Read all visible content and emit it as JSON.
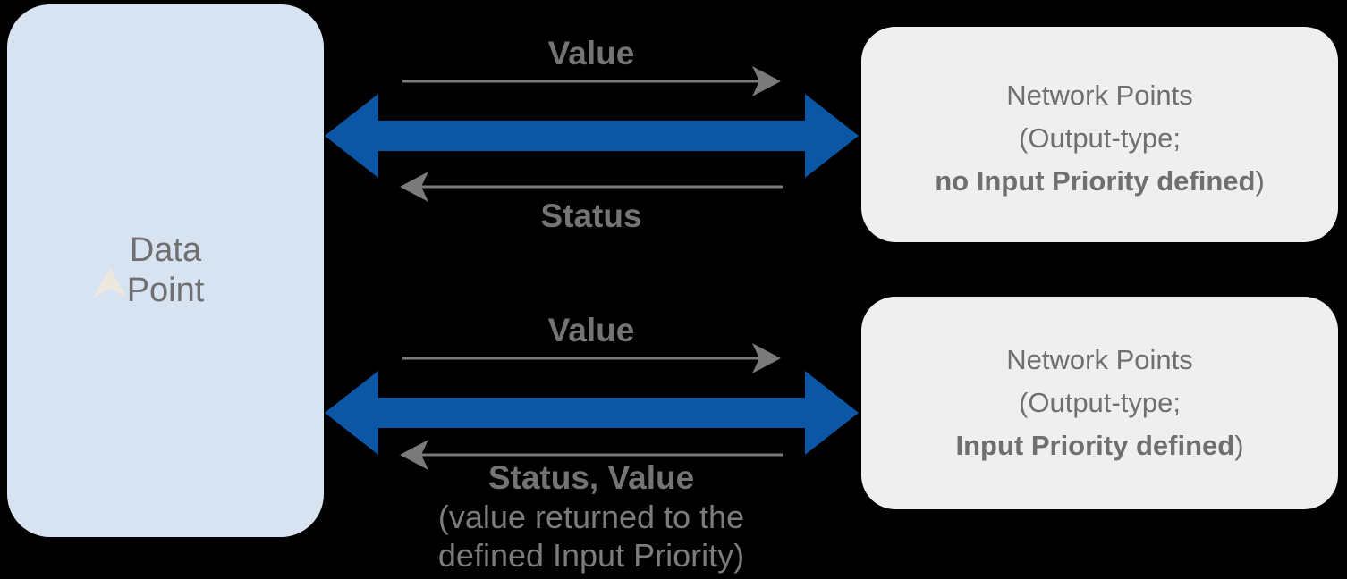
{
  "colors": {
    "bg": "#000000",
    "datapoint-fill": "#d7e3f1",
    "network-fill": "#efefef",
    "arrow-blue": "#0b57a5",
    "arrow-gray": "#7a7a7a",
    "text-gray": "#747474",
    "box-text-gray": "#6f6f6f",
    "glyph-cream": "#ece7df"
  },
  "data_point": {
    "line1": "Data",
    "line2": "Point"
  },
  "flows": {
    "top": {
      "forward_label": "Value",
      "return_label": "Status",
      "network_box": {
        "line1": "Network Points",
        "line2": "(Output-type;",
        "line3_bold": "no Input Priority defined",
        "line3_suffix": ")"
      }
    },
    "bottom": {
      "forward_label": "Value",
      "return_label": "Status, Value",
      "return_note_line1": "(value returned to the",
      "return_note_line2": "defined Input Priority)",
      "network_box": {
        "line1": "Network Points",
        "line2": "(Output-type;",
        "line3_bold": "Input Priority defined",
        "line3_suffix": ")"
      }
    }
  }
}
